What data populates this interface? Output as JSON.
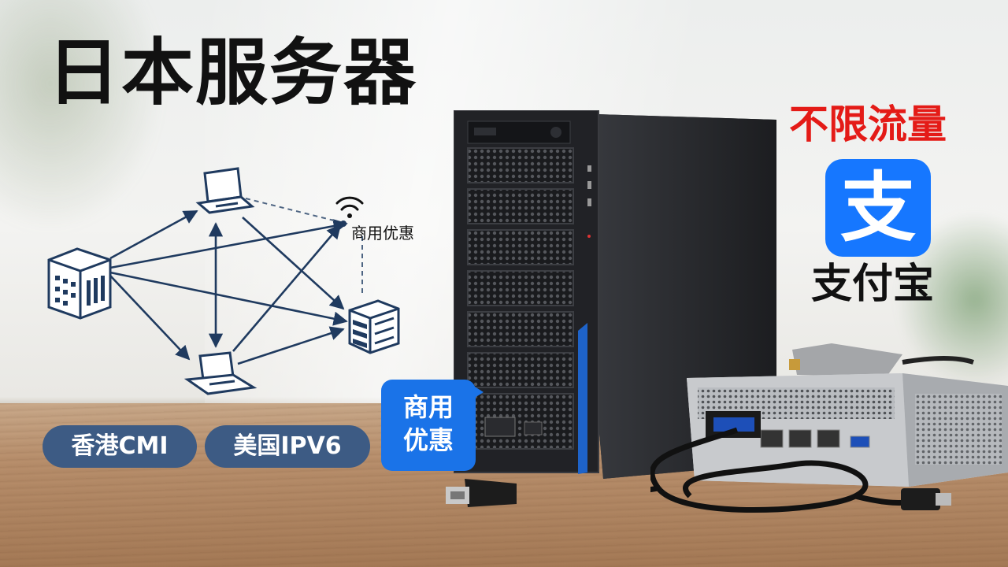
{
  "title": "日本服务器",
  "network": {
    "label": "商用优惠"
  },
  "pills": [
    {
      "label": "香港CMI"
    },
    {
      "label": "美国IPV6"
    }
  ],
  "promo_badge": {
    "line1": "商用",
    "line2": "优惠"
  },
  "unlimited_traffic": "不限流量",
  "alipay": {
    "glyph": "支",
    "name": "支付宝",
    "brand_color": "#1677ff"
  },
  "colors": {
    "title": "#111111",
    "accent_red": "#e41b17",
    "pill_bg": "#3d5b84",
    "diagram_line": "#1f3a5f"
  },
  "icons": [
    "laptop-icon",
    "wifi-icon",
    "building-icon",
    "server-rack-icon",
    "server-tower",
    "mini-pc",
    "alipay-logo"
  ]
}
